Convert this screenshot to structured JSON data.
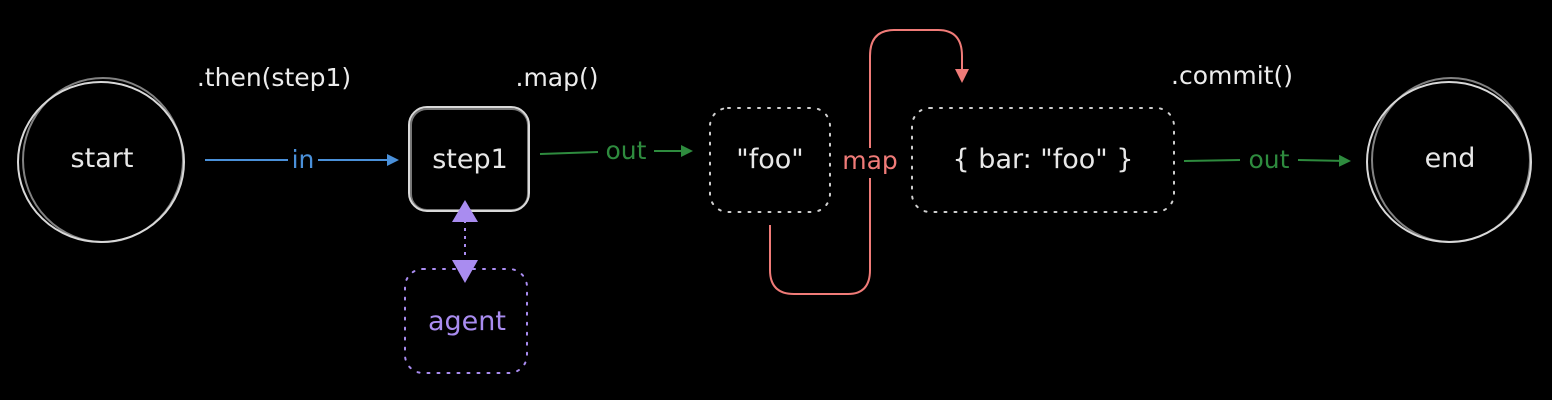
{
  "colors": {
    "background": "#000000",
    "node_stroke": "#d9d9d9",
    "text": "#e8e8e8",
    "input_edge": "#4a90d9",
    "output_edge": "#2e8b3e",
    "map_edge": "#f07b78",
    "agent": "#a98cf0"
  },
  "nodes": {
    "start": "start",
    "step1": "step1",
    "agent": "agent",
    "foo": "\"foo\"",
    "bar_obj": "{ bar: \"foo\" }",
    "end": "end"
  },
  "methods": {
    "then": ".then(step1)",
    "map": ".map()",
    "commit": ".commit()"
  },
  "edges": {
    "in": "in",
    "out1": "out",
    "map": "map",
    "out2": "out"
  }
}
